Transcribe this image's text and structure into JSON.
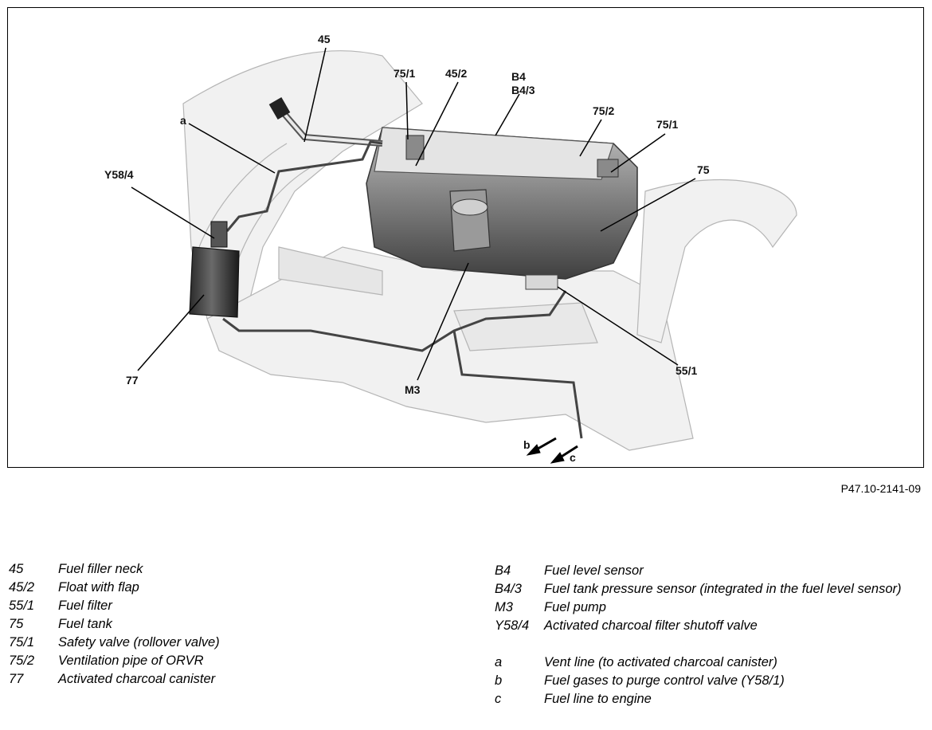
{
  "figure_ref": "P47.10-2141-09",
  "callouts": {
    "c45": "45",
    "c75_1_top": "75/1",
    "c45_2": "45/2",
    "cB4": "B4",
    "cB4_3": "B4/3",
    "c75_2": "75/2",
    "c75_1_right": "75/1",
    "c75": "75",
    "ca": "a",
    "cY58_4": "Y58/4",
    "c77": "77",
    "cM3": "M3",
    "c55_1": "55/1",
    "cb": "b",
    "cc": "c"
  },
  "legend_left": [
    {
      "code": "45",
      "desc": "Fuel filler neck"
    },
    {
      "code": "45/2",
      "desc": "Float with flap"
    },
    {
      "code": "55/1",
      "desc": "Fuel filter"
    },
    {
      "code": "75",
      "desc": "Fuel tank"
    },
    {
      "code": "75/1",
      "desc": "Safety valve (rollover valve)"
    },
    {
      "code": "75/2",
      "desc": "Ventilation pipe of ORVR"
    },
    {
      "code": "77",
      "desc": "Activated charcoal canister"
    }
  ],
  "legend_right": [
    {
      "code": "B4",
      "desc": "Fuel level sensor"
    },
    {
      "code": "B4/3",
      "desc": "Fuel tank pressure sensor (integrated in the fuel level sensor)"
    },
    {
      "code": "M3",
      "desc": "Fuel pump"
    },
    {
      "code": "Y58/4",
      "desc": "Activated charcoal filter shutoff valve"
    }
  ],
  "legend_lines": [
    {
      "code": "a",
      "desc": "Vent line (to activated charcoal canister)"
    },
    {
      "code": "b",
      "desc": "Fuel gases to purge control valve (Y58/1)"
    },
    {
      "code": "c",
      "desc": "Fuel line to engine"
    }
  ]
}
